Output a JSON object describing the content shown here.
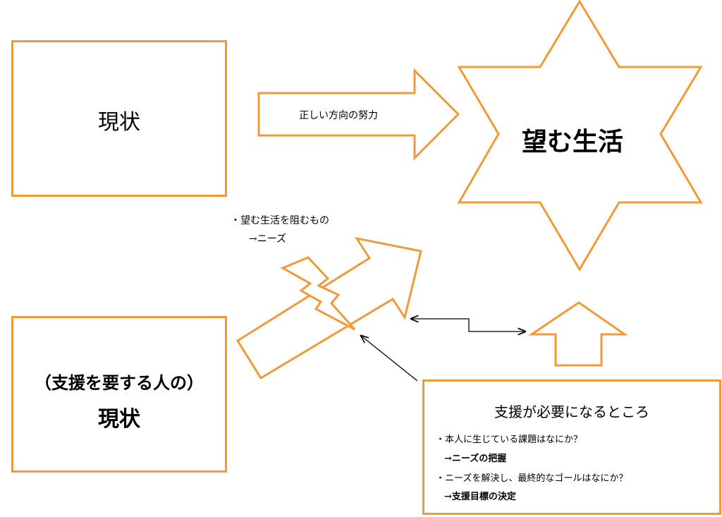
{
  "colors": {
    "accent": "#f19a3a",
    "line": "#000000",
    "background": "#ffffff"
  },
  "top_box": {
    "label": "現状"
  },
  "effort_arrow": {
    "label": "正しい方向の努力"
  },
  "star": {
    "label": "望む生活"
  },
  "obstacle_note": {
    "line1": "・望む生活を阻むもの",
    "line2": "→ニーズ"
  },
  "bottom_box": {
    "line1": "（支援を要する人の）",
    "line2": "現状"
  },
  "support_box": {
    "title": "支援が必要になるところ",
    "bullet1": "・本人に生じている課題はなにか？",
    "bullet1_sub": "→ニーズの把握",
    "bullet2": "・ニーズを解決し、最終的なゴールはなにか？",
    "bullet2_sub": "→支援目標の決定"
  }
}
